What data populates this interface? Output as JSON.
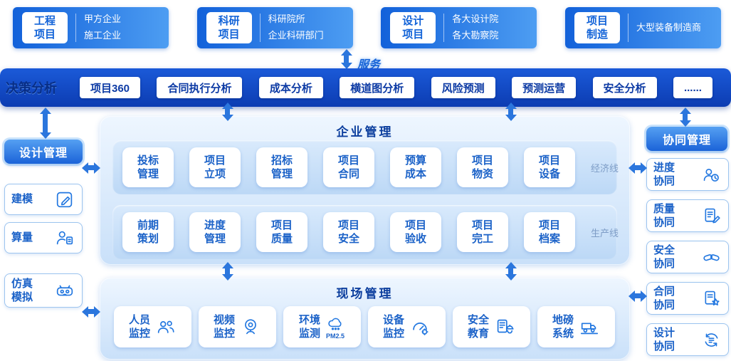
{
  "top_sources": [
    {
      "label": "工程\n项目",
      "desc": "甲方企业\n施工企业"
    },
    {
      "label": "科研\n项目",
      "desc": "科研院所\n企业科研部门"
    },
    {
      "label": "设计\n项目",
      "desc": "各大设计院\n各大勘察院"
    },
    {
      "label": "项目\n制造",
      "desc": "大型装备制造商"
    }
  ],
  "service_label": "服务",
  "decision_bar": {
    "title": "决策分析",
    "items": [
      "项目360",
      "合同执行分析",
      "成本分析",
      "横道图分析",
      "风险预测",
      "预测运营",
      "安全分析",
      "......"
    ]
  },
  "design_management": {
    "title": "设计管理",
    "items": [
      {
        "label": "建模"
      },
      {
        "label": "算量"
      },
      {
        "label": "仿真\n模拟"
      }
    ]
  },
  "enterprise_management": {
    "title": "企业管理",
    "rows": [
      {
        "tag": "经济线",
        "cards": [
          "投标\n管理",
          "项目\n立项",
          "招标\n管理",
          "项目\n合同",
          "预算\n成本",
          "项目\n物资",
          "项目\n设备"
        ]
      },
      {
        "tag": "生产线",
        "cards": [
          "前期\n策划",
          "进度\n管理",
          "项目\n质量",
          "项目\n安全",
          "项目\n验收",
          "项目\n完工",
          "项目\n档案"
        ]
      }
    ]
  },
  "site_management": {
    "title": "现场管理",
    "items": [
      {
        "label": "人员\n监控"
      },
      {
        "label": "视频\n监控"
      },
      {
        "label": "环境\n监测",
        "badge": "PM2.5"
      },
      {
        "label": "设备\n监控"
      },
      {
        "label": "安全\n教育"
      },
      {
        "label": "地磅\n系统"
      }
    ]
  },
  "collaboration_management": {
    "title": "协同管理",
    "items": [
      {
        "label": "进度\n协同"
      },
      {
        "label": "质量\n协同"
      },
      {
        "label": "安全\n协同"
      },
      {
        "label": "合同\n协同"
      },
      {
        "label": "设计\n协同"
      }
    ]
  },
  "colors": {
    "brand_blue": "#1f6fd6",
    "bar_blue": "#0d3fb2",
    "card_text_blue": "#1b62c8",
    "arrow_blue": "#2b76dd"
  }
}
